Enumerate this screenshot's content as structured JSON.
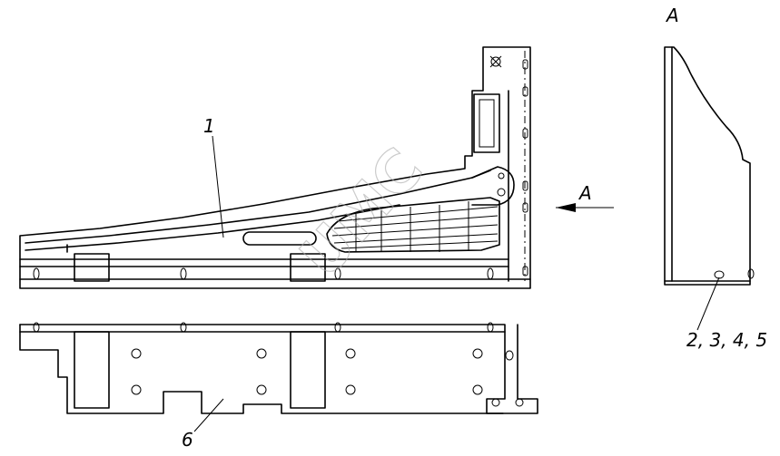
{
  "labels": {
    "part_1": "1",
    "part_6": "6",
    "view_arrow": "A",
    "view_title": "A",
    "fasteners": "2, 3, 4, 5"
  },
  "watermark": "UMC"
}
